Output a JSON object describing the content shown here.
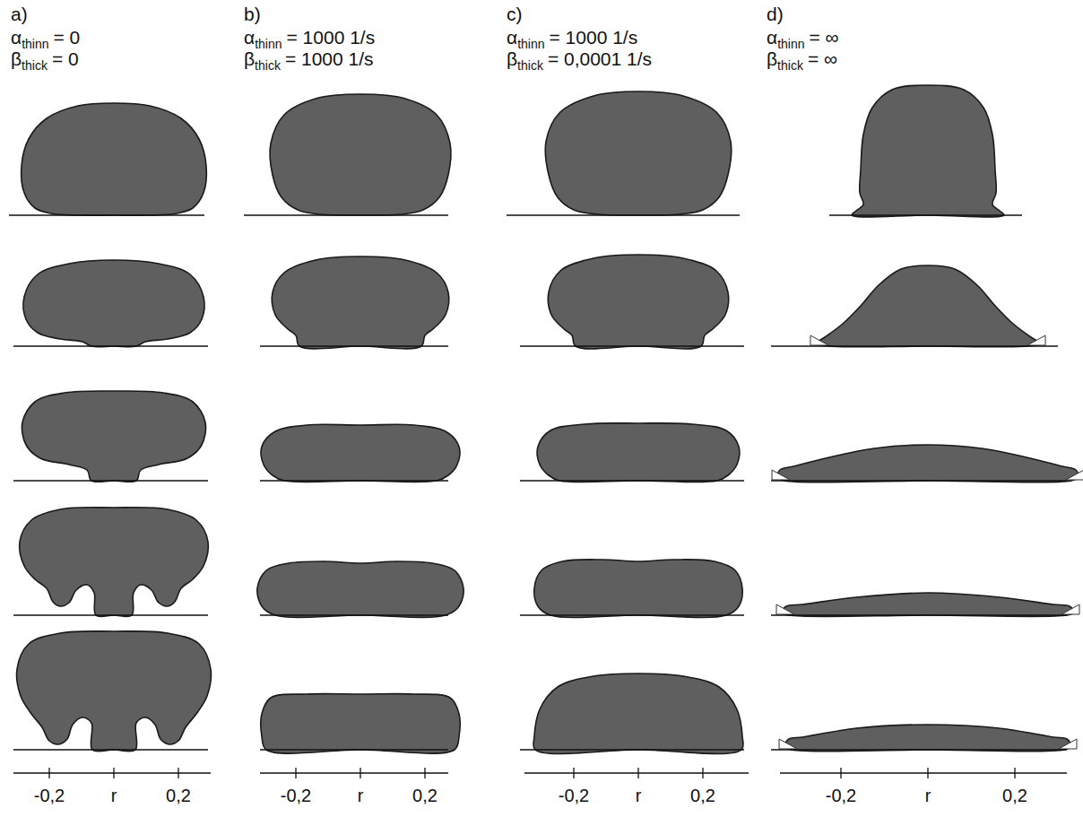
{
  "diagram": {
    "labels": [
      "a)",
      "α",
      "thinn",
      "= 0",
      "β",
      "thick",
      "= 0",
      "b)",
      "α",
      "thinn",
      "= 1000 1/s",
      "β",
      "thick",
      "= 1000 1/s",
      "c)",
      "α",
      "thinn",
      "= 1000 1/s",
      "β",
      "thick",
      "= 0,0001 1/s",
      "d)",
      "α",
      "thinn",
      "= ∞",
      "β",
      "thick",
      "= ∞",
      "-0,2",
      "r",
      "0,2",
      "-0,2",
      "r",
      "0,2",
      "-0,2",
      "r",
      "0,2",
      "-0,2",
      "r",
      "0,2"
    ]
  }
}
